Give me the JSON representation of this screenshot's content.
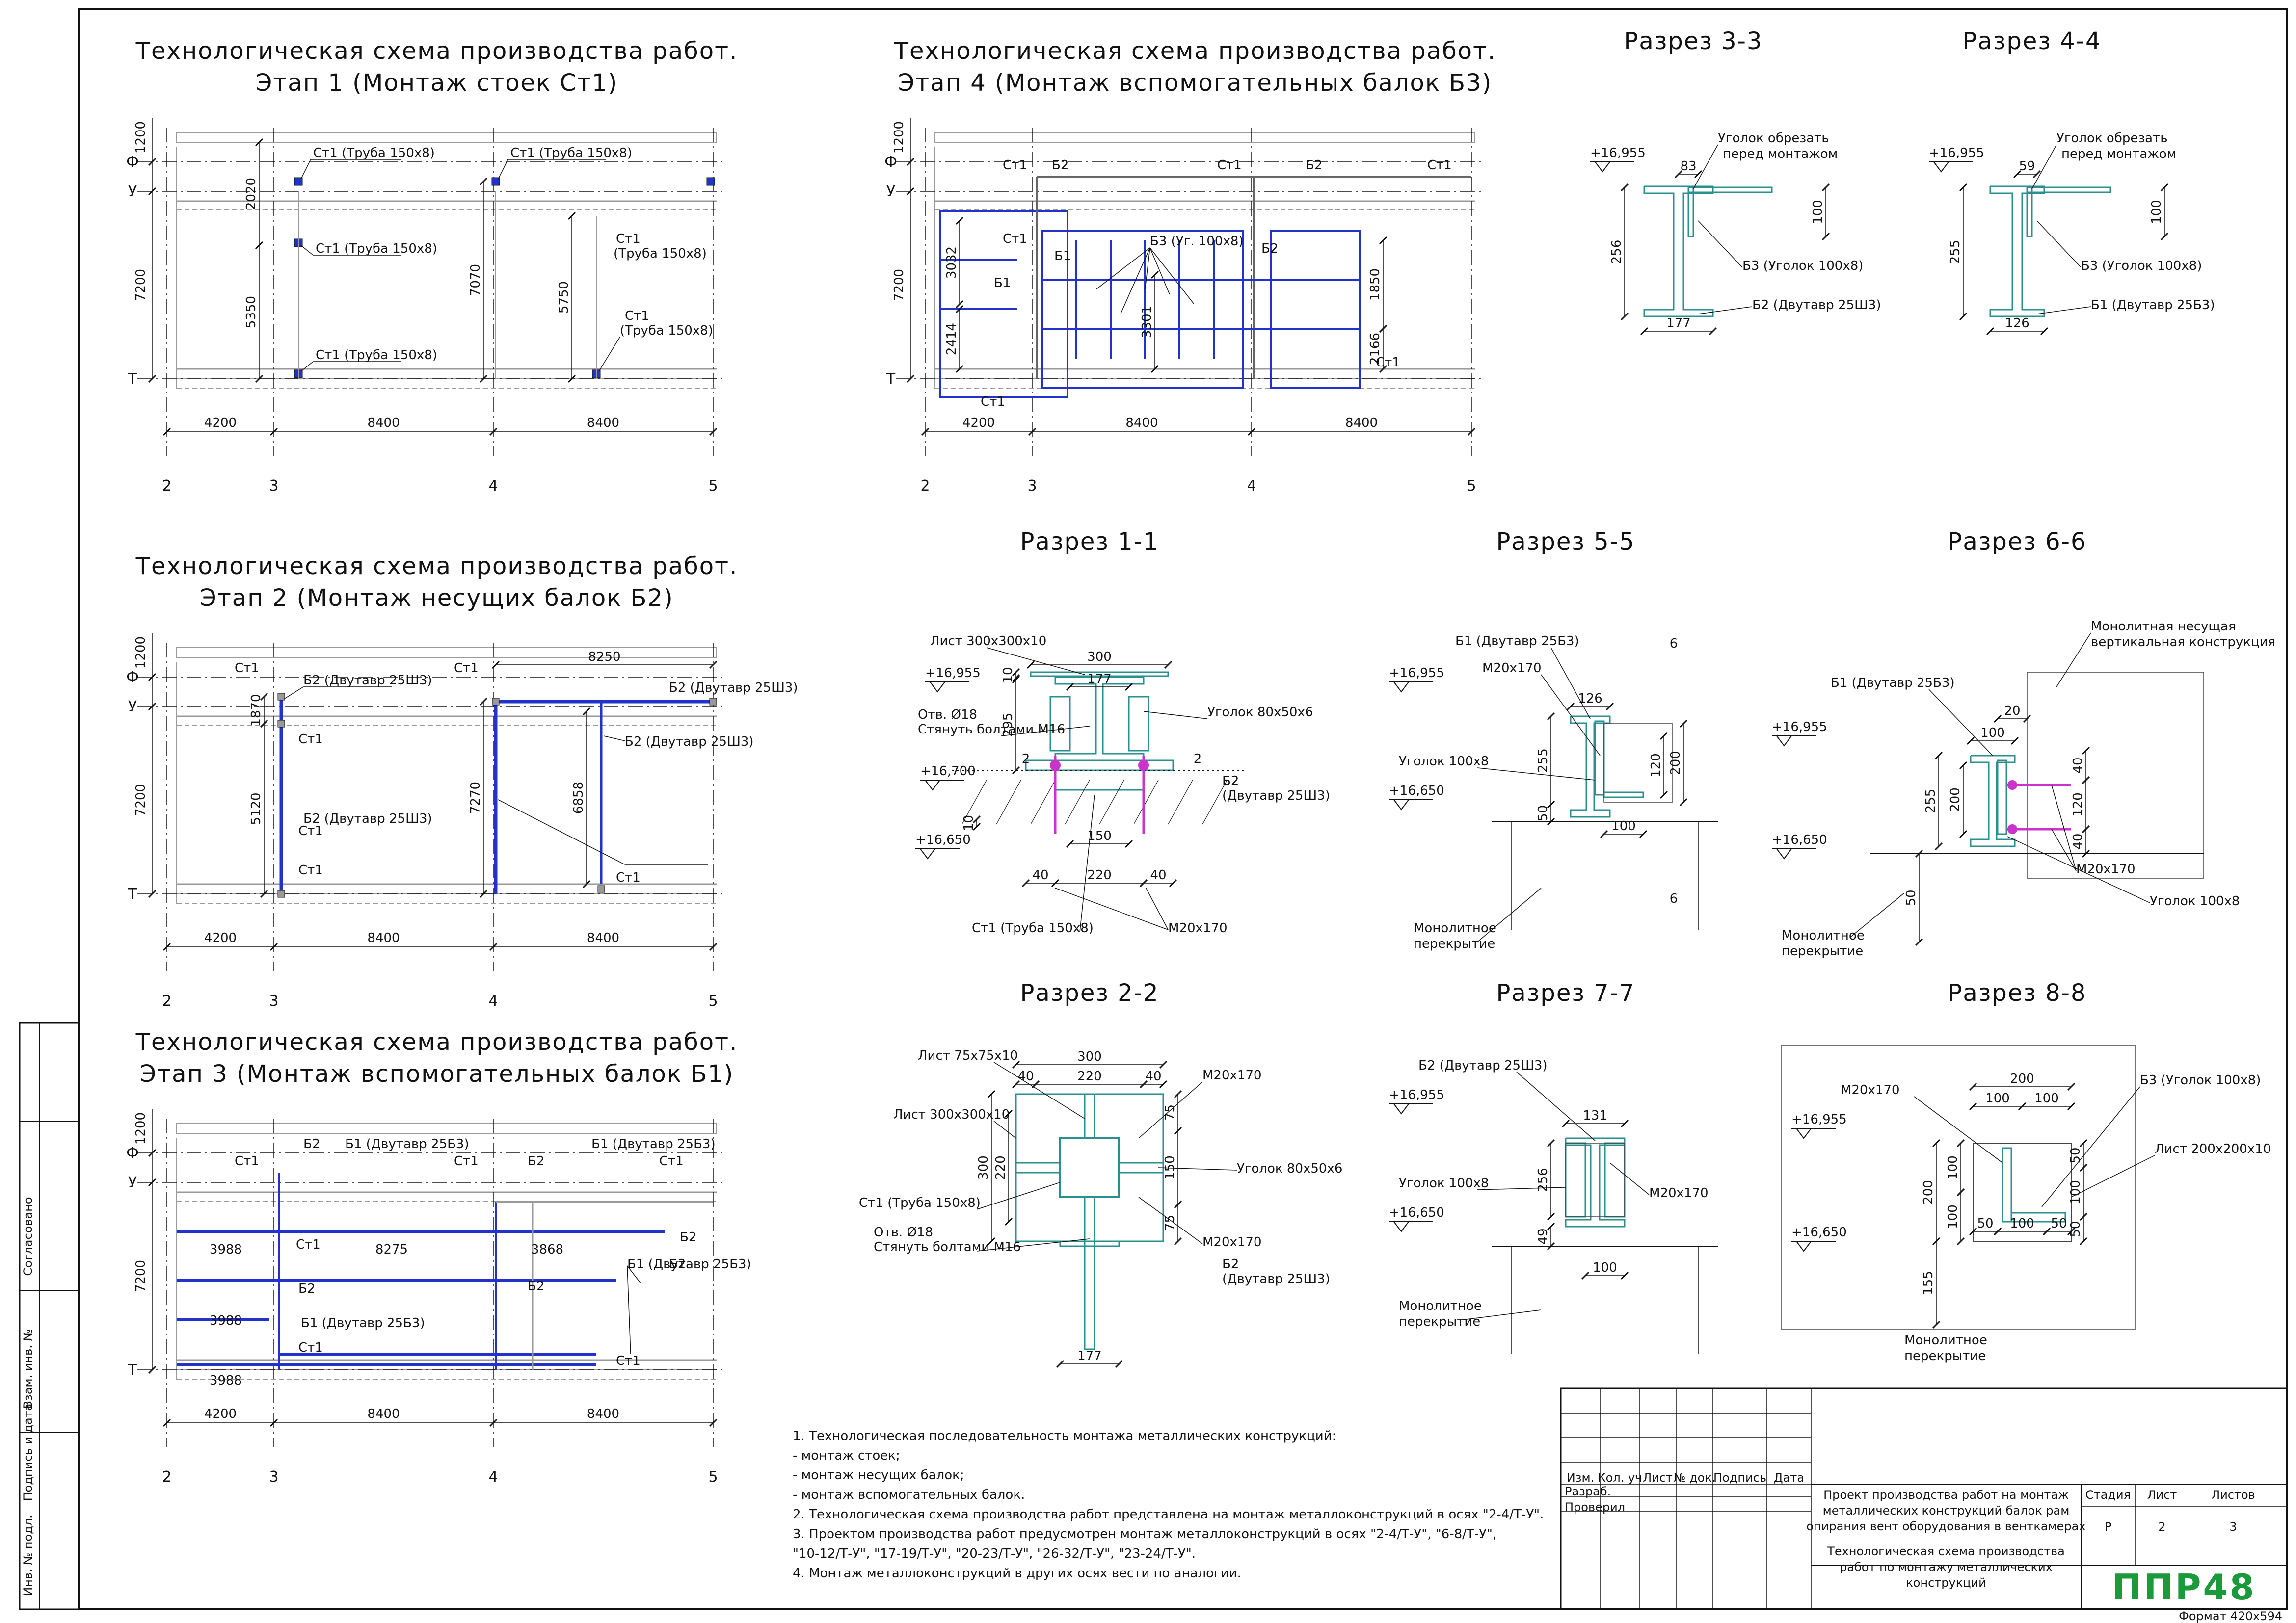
{
  "titles": {
    "stage1_line1": "Технологическая схема производства работ.",
    "stage1_line2": "Этап 1 (Монтаж стоек Ст1)",
    "stage2_line1": "Технологическая схема производства работ.",
    "stage2_line2": "Этап 2 (Монтаж несущих балок Б2)",
    "stage3_line1": "Технологическая схема производства работ.",
    "stage3_line2": "Этап 3 (Монтаж вспомогательных балок Б1)",
    "stage4_line1": "Технологическая схема производства работ.",
    "stage4_line2": "Этап 4 (Монтаж вспомогательных балок Б3)",
    "sec11": "Разрез 1-1",
    "sec22": "Разрез 2-2",
    "sec33": "Разрез 3-3",
    "sec44": "Разрез 4-4",
    "sec55": "Разрез 5-5",
    "sec66": "Разрез 6-6",
    "sec77": "Разрез 7-7",
    "sec88": "Разрез 8-8"
  },
  "axes": {
    "rows": [
      "Ф",
      "У",
      "Т"
    ],
    "cols": [
      "2",
      "3",
      "4",
      "5"
    ],
    "spans": [
      "4200",
      "8400",
      "8400"
    ],
    "heights": [
      "1200",
      "7200"
    ]
  },
  "stage1": {
    "labels": [
      "Ст1 (Труба 150х8)",
      "Ст1 (Труба 150х8)",
      "Ст1 (Труба 150х8)",
      "Ст1 (Труба 150х8)",
      "Ст1",
      "(Труба 150х8)",
      "Ст1",
      "(Труба 150х8)"
    ],
    "dims": [
      "2020",
      "5350",
      "7070",
      "5750"
    ]
  },
  "stage2": {
    "labels": [
      "Ст1",
      "Б2 (Двутавр 25Ш3)",
      "Ст1",
      "Б2 (Двутавр 25Ш3)",
      "Ст1",
      "Ст1",
      "Ст1",
      "Б2 (Двутавр 25Ш3)",
      "Б2 (Двутавр 25Ш3)",
      "Ст1"
    ],
    "dims": [
      "1870",
      "5120",
      "7270",
      "6858",
      "8250"
    ]
  },
  "stage3": {
    "labels": [
      "Б2",
      "Б1 (Двутавр 25Б3)",
      "Ст1",
      "Ст1",
      "Б2",
      "Б1 (Двутавр 25Б3)",
      "Ст1",
      "Б2",
      "Ст1",
      "Б2",
      "Б2",
      "Б1 (Двутавр 25Б3)",
      "Б2",
      "Ст1",
      "Б1 (Двутавр 25Б3)",
      "Ст1"
    ],
    "dims": [
      "3988",
      "8275",
      "3868",
      "3988",
      "3988"
    ]
  },
  "stage4": {
    "labels": [
      "Ст1",
      "Б2",
      "Ст1",
      "Б2",
      "Ст1",
      "Ст1",
      "Б1",
      "Б3 (Уг. 100х8)",
      "Б2",
      "Б1",
      "Ст1",
      "Ст1"
    ],
    "dims": [
      "3032",
      "2414",
      "3301",
      "1850",
      "2166"
    ]
  },
  "sec11": {
    "labels": [
      "Лист 300х300х10",
      "+16,955",
      "Отв. Ø18",
      "Стянуть болтами М16",
      "+16,700",
      "+16,650",
      "Уголок 80х50х6",
      "Б2",
      "(Двутавр 25Ш3)",
      "Ст1 (Труба 150х8)",
      "М20х170"
    ],
    "dims": [
      "300",
      "177",
      "10",
      "295",
      "10",
      "150",
      "220",
      "40",
      "40",
      "2",
      "2"
    ]
  },
  "sec22": {
    "labels": [
      "Лист 75х75х10",
      "Лист 300х300х10",
      "Ст1 (Труба 150х8)",
      "Отв. Ø18",
      "Стянуть болтами М16",
      "М20х170",
      "Уголок 80х50х6",
      "М20х170",
      "Б2",
      "(Двутавр 25Ш3)"
    ],
    "dims": [
      "300",
      "40",
      "220",
      "40",
      "300",
      "220",
      "75",
      "150",
      "75",
      "177"
    ]
  },
  "sec33": {
    "labels": [
      "Уголок обрезать",
      "перед монтажом",
      "+16,955",
      "Б3 (Уголок 100х8)",
      "Б2 (Двутавр 25Ш3)"
    ],
    "dims": [
      "83",
      "100",
      "256",
      "177"
    ]
  },
  "sec44": {
    "labels": [
      "Уголок обрезать",
      "перед монтажом",
      "+16,955",
      "Б3 (Уголок 100х8)",
      "Б1 (Двутавр 25Б3)"
    ],
    "dims": [
      "59",
      "100",
      "255",
      "126"
    ]
  },
  "sec55": {
    "labels": [
      "Б1 (Двутавр 25Б3)",
      "М20х170",
      "+16,955",
      "Уголок 100х8",
      "+16,650",
      "Монолитное",
      "перекрытие"
    ],
    "dims": [
      "126",
      "6",
      "255",
      "120",
      "200",
      "50",
      "100",
      "6"
    ]
  },
  "sec66": {
    "labels": [
      "Монолитная несущая",
      "вертикальная конструкция",
      "Б1 (Двутавр 25Б3)",
      "+16,955",
      "+16,650",
      "М20х170",
      "Уголок 100х8",
      "Монолитное",
      "перекрытие"
    ],
    "dims": [
      "20",
      "100",
      "40",
      "255",
      "200",
      "120",
      "40",
      "50"
    ]
  },
  "sec77": {
    "labels": [
      "Б2 (Двутавр 25Ш3)",
      "+16,955",
      "Уголок 100х8",
      "+16,650",
      "М20х170",
      "Монолитное",
      "перекрытие"
    ],
    "dims": [
      "131",
      "256",
      "49",
      "100"
    ]
  },
  "sec88": {
    "labels": [
      "М20х170",
      "+16,955",
      "Б3 (Уголок 100х8)",
      "Лист 200х200х10",
      "+16,650",
      "Монолитное",
      "перекрытие"
    ],
    "dims": [
      "200",
      "100",
      "100",
      "50",
      "100",
      "50",
      "200",
      "100",
      "100",
      "50",
      "100",
      "50",
      "155"
    ]
  },
  "notes": [
    "1.  Технологическая последовательность монтажа металлических конструкций:",
    "-  монтаж стоек;",
    "-  монтаж несущих балок;",
    "-  монтаж вспомогательных балок.",
    "2.  Технологическая схема производства работ представлена на монтаж металлоконструкций в осях \"2-4/Т-У\".",
    "3.  Проектом производства работ предусмотрен монтаж металлоконструкций в осях \"2-4/Т-У\", \"6-8/Т-У\",",
    "\"10-12/Т-У\", \"17-19/Т-У\", \"20-23/Т-У\", \"26-32/Т-У\", \"23-24/Т-У\".",
    "4.  Монтаж металлоконструкций в других осях вести по аналогии."
  ],
  "stamp": {
    "hdr": [
      "Изм.",
      "Кол. уч",
      "Лист",
      "№ док.",
      "Подпись",
      "Дата"
    ],
    "razrab": "Разраб.",
    "proveril": "Проверил",
    "project": [
      "Проект производства работ на монтаж",
      "металлических конструкций балок рам",
      "опирания вент оборудования в венткамерах"
    ],
    "sheet_title": [
      "Технологическая схема производства",
      "работ по монтажу металлических",
      "конструкций"
    ],
    "stage_hdr": "Стадия",
    "sheet_hdr": "Лист",
    "sheets_hdr": "Листов",
    "stage_val": "Р",
    "sheet_val": "2",
    "sheets_val": "3",
    "logo": "ППР48",
    "format": "Формат 420х594"
  },
  "side": {
    "soglasovano": "Согласовано",
    "vzam": "Взам. инв. №",
    "podpis": "Подпись и дата",
    "inv": "Инв. № подл."
  },
  "colors": {
    "beam": "#2233cc",
    "steel": "#2a8f8f",
    "bolt": "#cc33cc",
    "logo": "#1a9a3a",
    "line": "#111111",
    "grey": "#9a9a9a"
  }
}
